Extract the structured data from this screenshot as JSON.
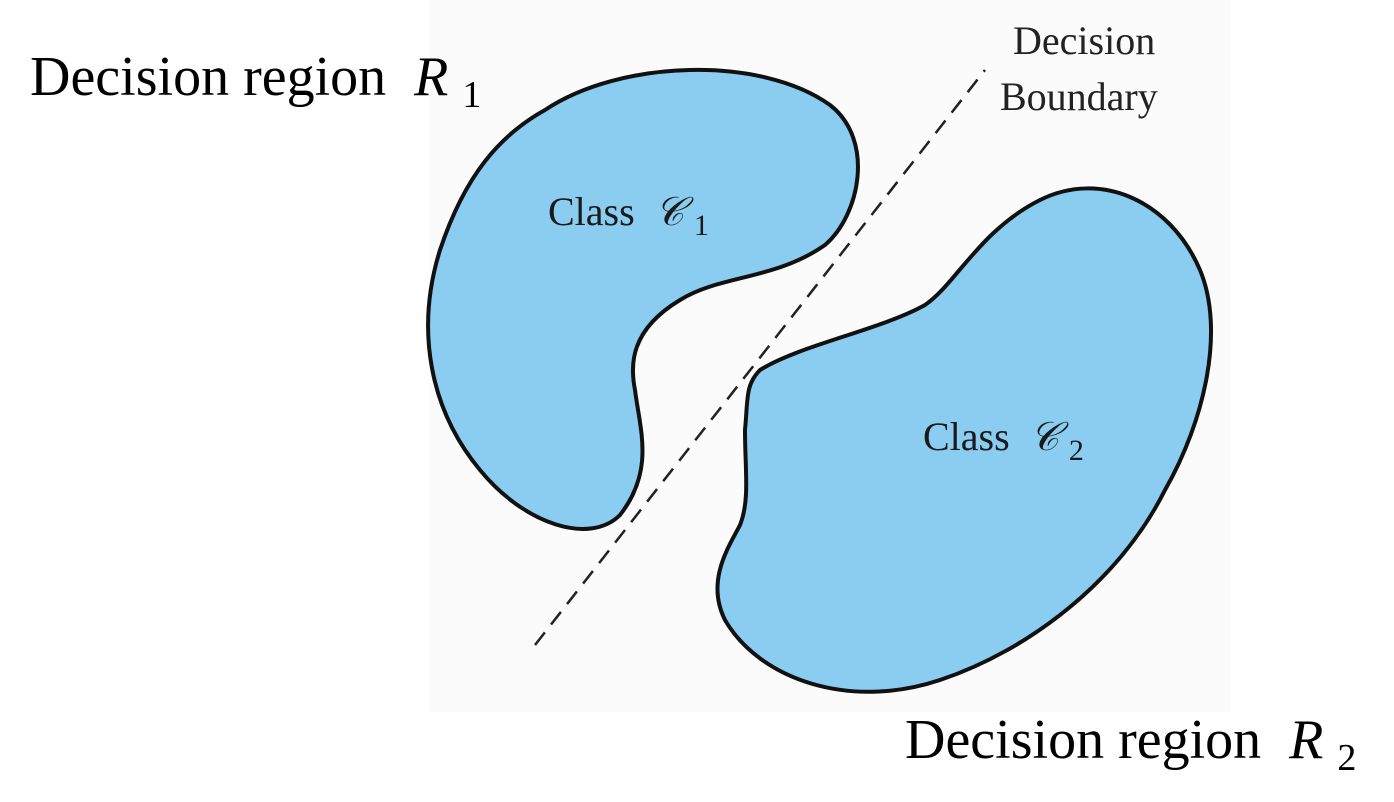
{
  "diagram": {
    "region_1": {
      "text": "Decision region",
      "symbol": "R",
      "subscript": "1"
    },
    "region_2": {
      "text": "Decision region",
      "symbol": "R",
      "subscript": "2"
    },
    "boundary": {
      "line1": "Decision",
      "line2": "Boundary"
    },
    "class_1": {
      "text": "Class",
      "symbol": "𝒞",
      "subscript": "1"
    },
    "class_2": {
      "text": "Class",
      "symbol": "𝒞",
      "subscript": "2"
    },
    "colors": {
      "blob_fill": "#8bcdf1",
      "blob_stroke": "#111111",
      "boundary_stroke": "#222222",
      "panel_bg": "#fbfbfb"
    }
  }
}
